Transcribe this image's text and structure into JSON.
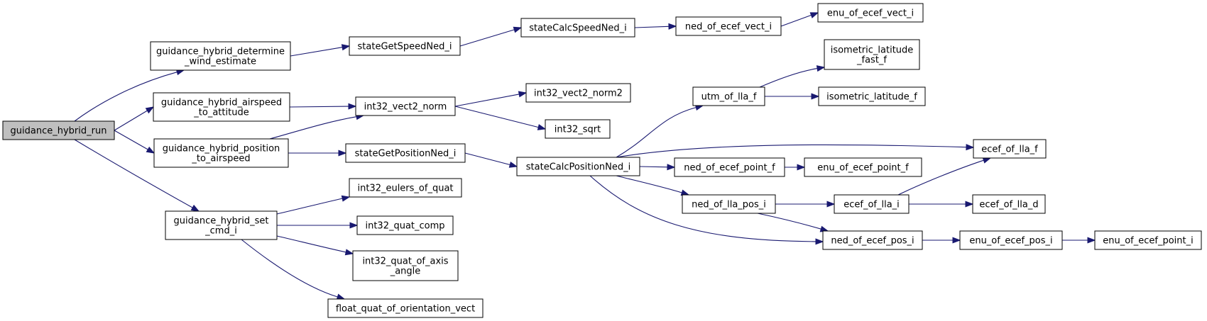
{
  "colors": {
    "edge": "#191970",
    "root_fill": "#bfbfbf",
    "node_fill": "#ffffff",
    "node_border": "#000000"
  },
  "nodes": {
    "guidance_hybrid_run": [
      "guidance_hybrid_run"
    ],
    "guidance_hybrid_determine_wind_estimate": [
      "guidance_hybrid_determine",
      "_wind_estimate"
    ],
    "guidance_hybrid_airspeed_to_attitude": [
      "guidance_hybrid_airspeed",
      "_to_attitude"
    ],
    "guidance_hybrid_position_to_airspeed": [
      "guidance_hybrid_position",
      "_to_airspeed"
    ],
    "guidance_hybrid_set_cmd_i": [
      "guidance_hybrid_set",
      "_cmd_i"
    ],
    "stateGetSpeedNed_i": [
      "stateGetSpeedNed_i"
    ],
    "int32_vect2_norm": [
      "int32_vect2_norm"
    ],
    "stateGetPositionNed_i": [
      "stateGetPositionNed_i"
    ],
    "int32_eulers_of_quat": [
      "int32_eulers_of_quat"
    ],
    "int32_quat_comp": [
      "int32_quat_comp"
    ],
    "int32_quat_of_axis_angle": [
      "int32_quat_of_axis",
      "_angle"
    ],
    "float_quat_of_orientation_vect": [
      "float_quat_of_orientation_vect"
    ],
    "stateCalcSpeedNed_i": [
      "stateCalcSpeedNed_i"
    ],
    "int32_vect2_norm2": [
      "int32_vect2_norm2"
    ],
    "int32_sqrt": [
      "int32_sqrt"
    ],
    "stateCalcPositionNed_i": [
      "stateCalcPositionNed_i"
    ],
    "ned_of_ecef_vect_i": [
      "ned_of_ecef_vect_i"
    ],
    "enu_of_ecef_vect_i": [
      "enu_of_ecef_vect_i"
    ],
    "utm_of_lla_f": [
      "utm_of_lla_f"
    ],
    "isometric_latitude_fast_f": [
      "isometric_latitude",
      "_fast_f"
    ],
    "isometric_latitude_f": [
      "isometric_latitude_f"
    ],
    "ecef_of_lla_f": [
      "ecef_of_lla_f"
    ],
    "ned_of_ecef_point_f": [
      "ned_of_ecef_point_f"
    ],
    "enu_of_ecef_point_f": [
      "enu_of_ecef_point_f"
    ],
    "ned_of_lla_pos_i": [
      "ned_of_lla_pos_i"
    ],
    "ecef_of_lla_i": [
      "ecef_of_lla_i"
    ],
    "ecef_of_lla_d": [
      "ecef_of_lla_d"
    ],
    "ned_of_ecef_pos_i": [
      "ned_of_ecef_pos_i"
    ],
    "enu_of_ecef_pos_i": [
      "enu_of_ecef_pos_i"
    ],
    "enu_of_ecef_point_i": [
      "enu_of_ecef_point_i"
    ]
  },
  "root": "guidance_hybrid_run",
  "edges": [
    [
      "guidance_hybrid_run",
      "guidance_hybrid_determine_wind_estimate"
    ],
    [
      "guidance_hybrid_run",
      "guidance_hybrid_airspeed_to_attitude"
    ],
    [
      "guidance_hybrid_run",
      "guidance_hybrid_position_to_airspeed"
    ],
    [
      "guidance_hybrid_run",
      "guidance_hybrid_set_cmd_i"
    ],
    [
      "guidance_hybrid_determine_wind_estimate",
      "stateGetSpeedNed_i"
    ],
    [
      "stateGetSpeedNed_i",
      "stateCalcSpeedNed_i"
    ],
    [
      "stateCalcSpeedNed_i",
      "ned_of_ecef_vect_i"
    ],
    [
      "ned_of_ecef_vect_i",
      "enu_of_ecef_vect_i"
    ],
    [
      "guidance_hybrid_airspeed_to_attitude",
      "int32_vect2_norm"
    ],
    [
      "guidance_hybrid_position_to_airspeed",
      "int32_vect2_norm"
    ],
    [
      "int32_vect2_norm",
      "int32_vect2_norm2"
    ],
    [
      "int32_vect2_norm",
      "int32_sqrt"
    ],
    [
      "guidance_hybrid_position_to_airspeed",
      "stateGetPositionNed_i"
    ],
    [
      "stateGetPositionNed_i",
      "stateCalcPositionNed_i"
    ],
    [
      "stateCalcPositionNed_i",
      "utm_of_lla_f"
    ],
    [
      "utm_of_lla_f",
      "isometric_latitude_fast_f"
    ],
    [
      "utm_of_lla_f",
      "isometric_latitude_f"
    ],
    [
      "stateCalcPositionNed_i",
      "ecef_of_lla_f"
    ],
    [
      "stateCalcPositionNed_i",
      "ned_of_ecef_point_f"
    ],
    [
      "ned_of_ecef_point_f",
      "enu_of_ecef_point_f"
    ],
    [
      "stateCalcPositionNed_i",
      "ned_of_lla_pos_i"
    ],
    [
      "ned_of_lla_pos_i",
      "ecef_of_lla_i"
    ],
    [
      "ecef_of_lla_i",
      "ecef_of_lla_f"
    ],
    [
      "ecef_of_lla_i",
      "ecef_of_lla_d"
    ],
    [
      "ned_of_lla_pos_i",
      "ned_of_ecef_pos_i"
    ],
    [
      "stateCalcPositionNed_i",
      "ned_of_ecef_pos_i"
    ],
    [
      "ned_of_ecef_pos_i",
      "enu_of_ecef_pos_i"
    ],
    [
      "enu_of_ecef_pos_i",
      "enu_of_ecef_point_i"
    ],
    [
      "guidance_hybrid_set_cmd_i",
      "int32_eulers_of_quat"
    ],
    [
      "guidance_hybrid_set_cmd_i",
      "int32_quat_comp"
    ],
    [
      "guidance_hybrid_set_cmd_i",
      "int32_quat_of_axis_angle"
    ],
    [
      "guidance_hybrid_set_cmd_i",
      "float_quat_of_orientation_vect"
    ]
  ]
}
